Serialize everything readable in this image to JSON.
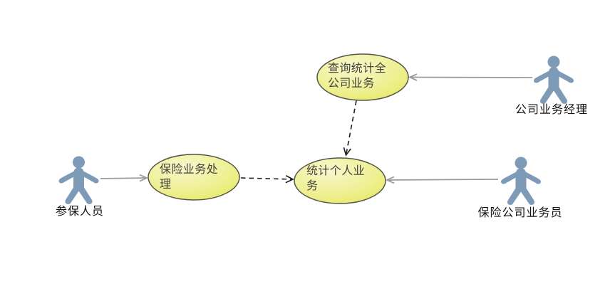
{
  "diagram": {
    "type": "uml-use-case",
    "background": "#ffffff",
    "colors": {
      "actor_fill": "#7d9bb7",
      "usecase_fill_top": "#f7f5c3",
      "usecase_fill_bottom": "#e6ea62",
      "usecase_border": "#55544a",
      "solid_connector": "#9b9b9b",
      "dashed_connector": "#1c1c1c",
      "usecase_text": "#44443c",
      "label_text": "#121212"
    },
    "actors": [
      {
        "id": "insured-person",
        "label": "参保人员"
      },
      {
        "id": "company-business-manager",
        "label": "公司业务经理"
      },
      {
        "id": "insurance-company-clerk",
        "label": "保险公司业务员"
      }
    ],
    "usecases": [
      {
        "id": "query-company-stats",
        "label": "查询统计全\n公司业务"
      },
      {
        "id": "insurance-processing",
        "label": "保险业务处\n理"
      },
      {
        "id": "personal-stats",
        "label": "统计个人业\n务"
      }
    ],
    "connectors": [
      {
        "from": "参保人员",
        "to": "保险业务处理",
        "style": "solid",
        "arrow": "open",
        "color": "#9b9b9b"
      },
      {
        "from": "公司业务经理",
        "to": "查询统计全公司业务",
        "style": "solid",
        "arrow": "open",
        "color": "#9b9b9b"
      },
      {
        "from": "保险公司业务员",
        "to": "统计个人业务",
        "style": "solid",
        "arrow": "open",
        "color": "#9b9b9b"
      },
      {
        "from": "保险业务处理",
        "to": "统计个人业务",
        "style": "dashed",
        "arrow": "open",
        "color": "#1c1c1c"
      },
      {
        "from": "查询统计全公司业务",
        "to": "统计个人业务",
        "style": "dashed",
        "arrow": "open",
        "color": "#1c1c1c"
      }
    ]
  }
}
